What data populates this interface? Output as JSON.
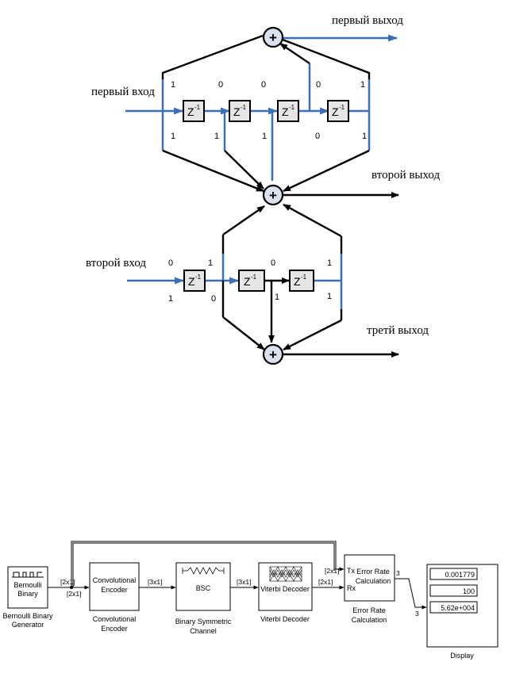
{
  "encoder": {
    "inputs": [
      "первый вход",
      "второй вход"
    ],
    "outputs": [
      "первый выход",
      "второй выход",
      "третй выход"
    ],
    "delay_label": "Z",
    "delay_exp": "-1",
    "adder_symbol": "+",
    "row1_top_taps": [
      "1",
      "0",
      "0",
      "0",
      "1"
    ],
    "row1_bottom_taps": [
      "1",
      "1",
      "1",
      "0",
      "1"
    ],
    "row2_top_taps": [
      "0",
      "1",
      "0",
      "1"
    ],
    "row2_bottom_taps": [
      "1",
      "0",
      "1",
      "1"
    ],
    "colors": {
      "signal": "#3d6fb6",
      "line": "#000000",
      "adder_fill": "#d9e3f0",
      "delay_fill": "#e6e6e6"
    }
  },
  "simulink": {
    "blocks": {
      "bernoulli": {
        "title1": "Bernoulli",
        "title2": "Binary",
        "caption1": "Bernoulli Binary",
        "caption2": "Generator"
      },
      "conv_encoder": {
        "title1": "Convolutional",
        "title2": "Encoder",
        "caption1": "Convolutional",
        "caption2": "Encoder"
      },
      "bsc": {
        "title": "BSC",
        "caption1": "Binary Symmetric",
        "caption2": "Channel"
      },
      "viterbi": {
        "title": "Viterbi Decoder",
        "caption": "Viterbi Decoder"
      },
      "error_rate": {
        "tx": "Tx",
        "rx": "Rx",
        "title1": "Error Rate",
        "title2": "Calculation",
        "caption1": "Error Rate",
        "caption2": "Calculation"
      },
      "display": {
        "values": [
          "0.001779",
          "100",
          "5.62e+004"
        ],
        "caption": "Display"
      }
    },
    "signals": {
      "bern_out_top": "[2x1]",
      "bern_out_bottom": "[2x1]",
      "enc_out": "[3x1]",
      "bsc_out": "[3x1]",
      "dec_out": "[2x1]",
      "tx_in": "[2x1]",
      "err_out": "3",
      "disp_in": "3"
    }
  }
}
